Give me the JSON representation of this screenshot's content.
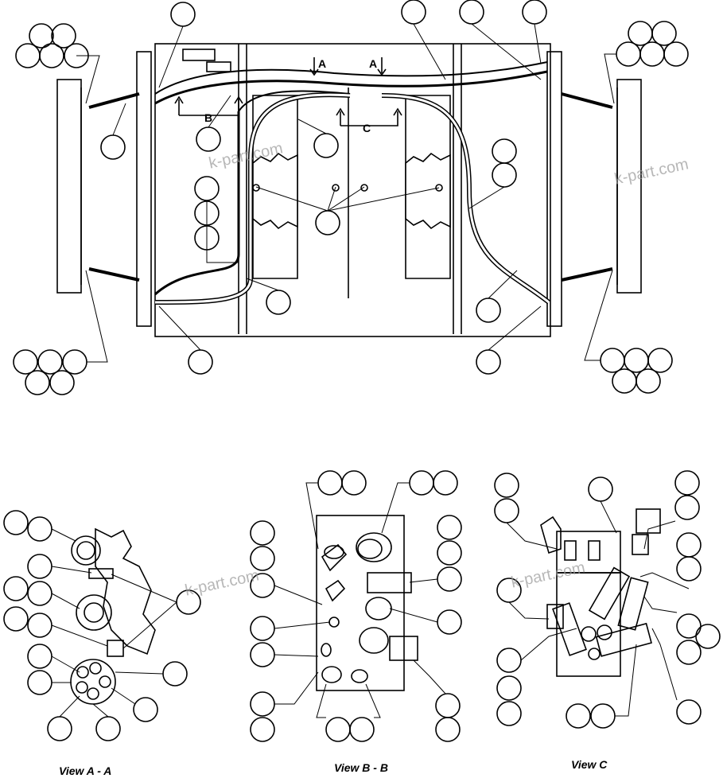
{
  "main_view": {
    "section_markers": {
      "a_left": "A",
      "a_right": "A",
      "b": "B",
      "c": "C"
    }
  },
  "views": {
    "a": {
      "title": "View A - A"
    },
    "b": {
      "title": "View B - B"
    },
    "c": {
      "title": "View C"
    }
  },
  "watermark": "k-part.com",
  "colors": {
    "line": "#000000",
    "background": "#ffffff",
    "watermark": "#9a9a9a"
  }
}
